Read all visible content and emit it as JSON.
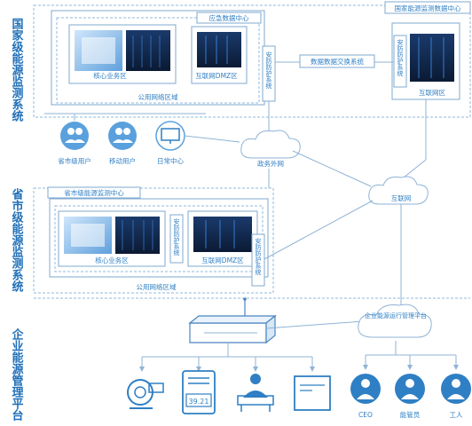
{
  "sections": {
    "national": "国家级能源监测系统",
    "provincial": "省市级能源监测系统",
    "enterprise": "企业能源管理平台"
  },
  "top": {
    "national_center": "国家能源监测数据中心",
    "secondary_center": "应急数据中心",
    "core_business": "核心业务区",
    "internet_dmz": "互联网DMZ区",
    "public_network_zone": "公用网络区域",
    "security_device": "安防防护系统",
    "dmz_network": "数据数据交换系统",
    "remote_zone": "互联网区"
  },
  "middle": {
    "provincial_user": "省市级用户",
    "mobile_user": "移动用户",
    "screen_center": "日常中心",
    "cloud_gov": "政务外网",
    "cloud_internet": "互联网",
    "provincial_center": "省市级能源监测中心",
    "core_business": "核心业务区",
    "security_device": "安防防护系统",
    "internet_dmz": "互联网DMZ区",
    "security_device2": "安防防护系统",
    "public_network_zone": "公用网络区域"
  },
  "bottom": {
    "cloud_enterprise": "企业能源运行管理平台",
    "meter_value": "39.21",
    "ceo": "CEO",
    "manager": "能管员",
    "worker": "工人"
  },
  "colors": {
    "accent": "#2f7fc4",
    "line": "#8fb3d6",
    "server_dark": "#12233f",
    "server_glow": "#3b7fd6"
  }
}
